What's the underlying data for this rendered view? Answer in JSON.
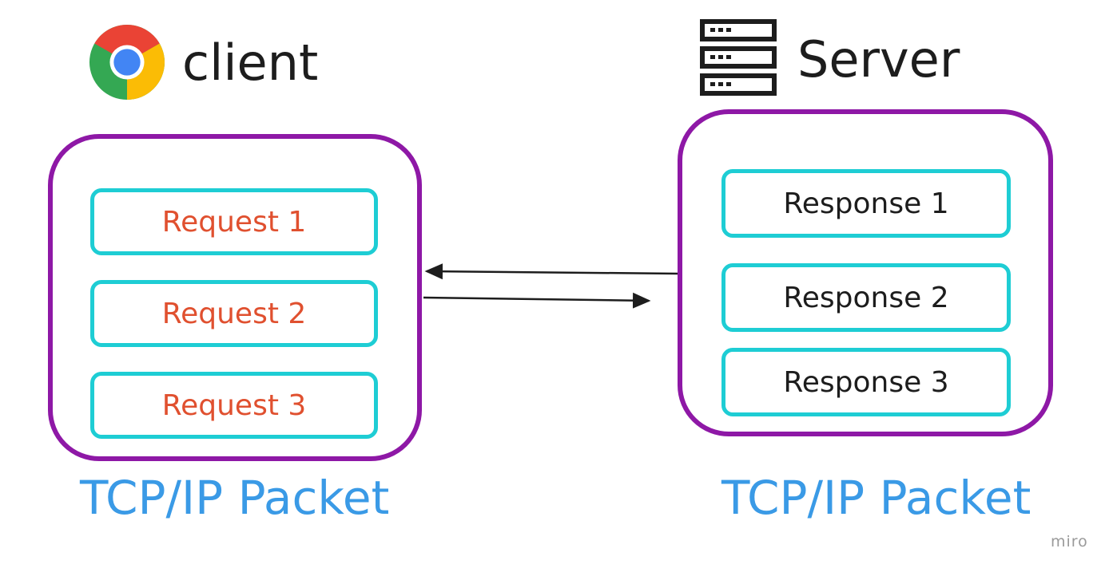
{
  "client": {
    "title": "client",
    "icon": "chrome-icon",
    "requests": [
      "Request 1",
      "Request 2",
      "Request 3"
    ],
    "caption": "TCP/IP Packet"
  },
  "server": {
    "title": "Server",
    "icon": "server-rack-icon",
    "responses": [
      "Response 1",
      "Response 2",
      "Response 3"
    ],
    "caption": "TCP/IP Packet"
  },
  "watermark": "miro",
  "colors": {
    "packet_border": "#8e18a6",
    "message_border": "#1ecdd4",
    "request_text": "#e0502f",
    "caption_text": "#3a9ae6"
  }
}
